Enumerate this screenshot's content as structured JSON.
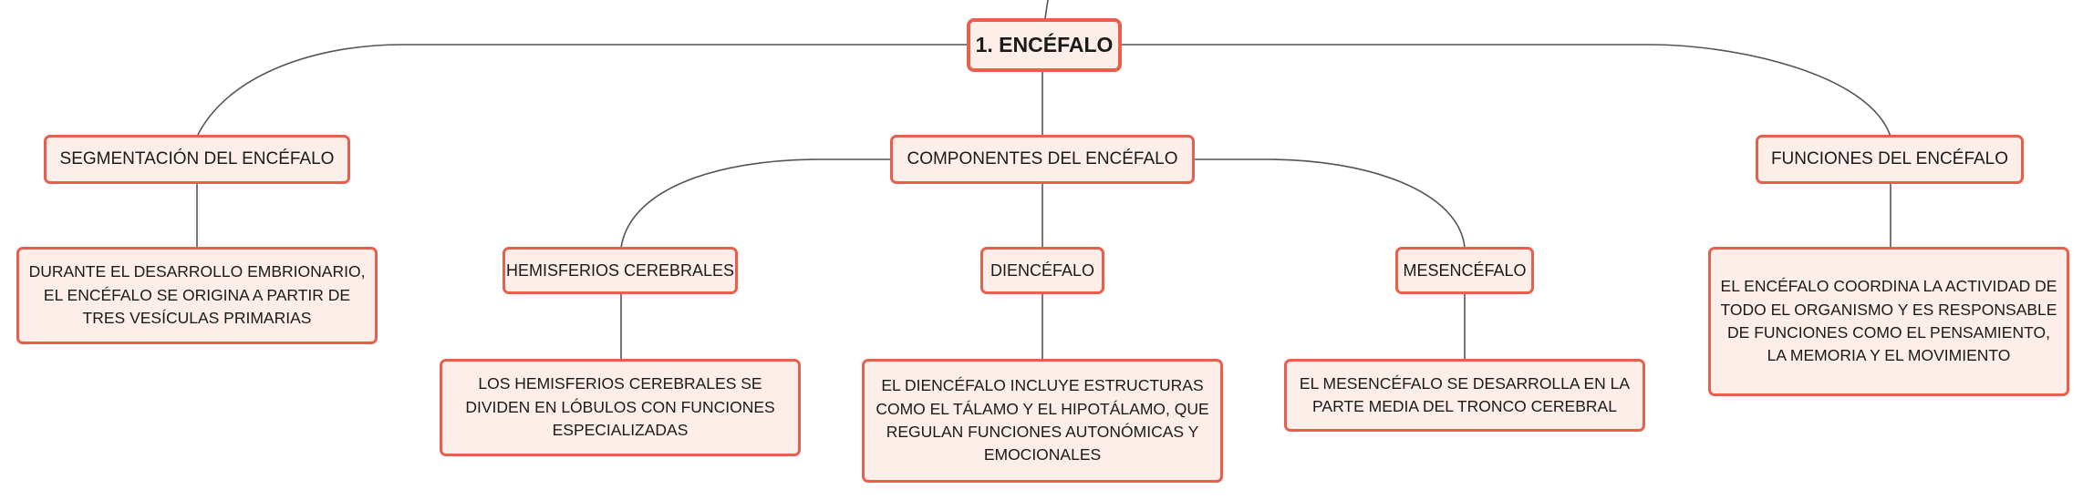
{
  "diagram": {
    "root": {
      "label": "1. ENCÉFALO"
    },
    "branches": [
      {
        "label": "SEGMENTACIÓN DEL ENCÉFALO",
        "detail": "DURANTE EL DESARROLLO EMBRIONARIO, EL ENCÉFALO SE ORIGINA A PARTIR DE TRES VESÍCULAS PRIMARIAS"
      },
      {
        "label": "COMPONENTES DEL ENCÉFALO",
        "children": [
          {
            "label": "HEMISFERIOS CEREBRALES",
            "detail": "LOS HEMISFERIOS CEREBRALES SE DIVIDEN EN LÓBULOS CON FUNCIONES ESPECIALIZADAS"
          },
          {
            "label": "DIENCÉFALO",
            "detail": "EL DIENCÉFALO INCLUYE ESTRUCTURAS COMO EL TÁLAMO Y EL HIPOTÁLAMO, QUE REGULAN FUNCIONES AUTONÓMICAS Y EMOCIONALES"
          },
          {
            "label": "MESENCÉFALO",
            "detail": "EL MESENCÉFALO SE DESARROLLA EN LA PARTE MEDIA DEL TRONCO CEREBRAL"
          }
        ]
      },
      {
        "label": "FUNCIONES DEL ENCÉFALO",
        "detail": "EL ENCÉFALO COORDINA LA ACTIVIDAD DE TODO EL ORGANISMO Y ES RESPONSABLE DE FUNCIONES COMO EL PENSAMIENTO, LA MEMORIA Y EL MOVIMIENTO"
      }
    ]
  },
  "colors": {
    "node_fill": "#fdeeea",
    "node_border": "#e8604c",
    "connector": "#555555",
    "text": "#1a1a1a"
  }
}
